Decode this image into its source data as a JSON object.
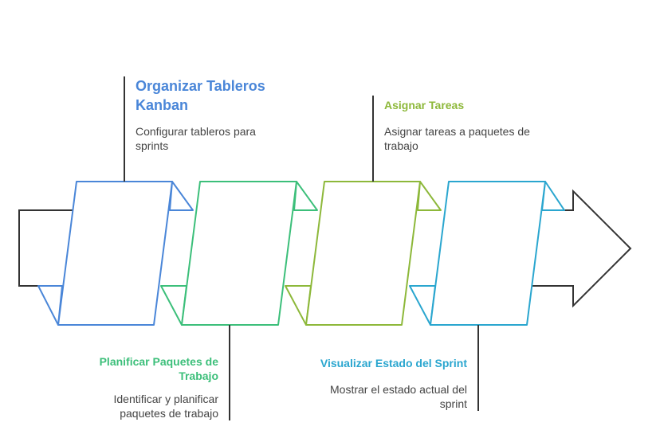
{
  "colors": {
    "blue": "#4a86d8",
    "green": "#3cbf7a",
    "olive": "#8db83a",
    "cyan": "#2aa6cf",
    "outline": "#333333",
    "description": "#444444"
  },
  "stages": [
    {
      "title": "Organizar Tableros Kanban",
      "description": "Configurar tableros para sprints",
      "color": "#4a86d8"
    },
    {
      "title": "Planificar Paquetes de Trabajo",
      "description": "Identificar y planificar paquetes de trabajo",
      "color": "#3cbf7a"
    },
    {
      "title": "Asignar Tareas",
      "description": "Asignar tareas a paquetes de trabajo",
      "color": "#8db83a"
    },
    {
      "title": "Visualizar Estado del Sprint",
      "description": "Mostrar el estado actual del sprint",
      "color": "#2aa6cf"
    }
  ]
}
